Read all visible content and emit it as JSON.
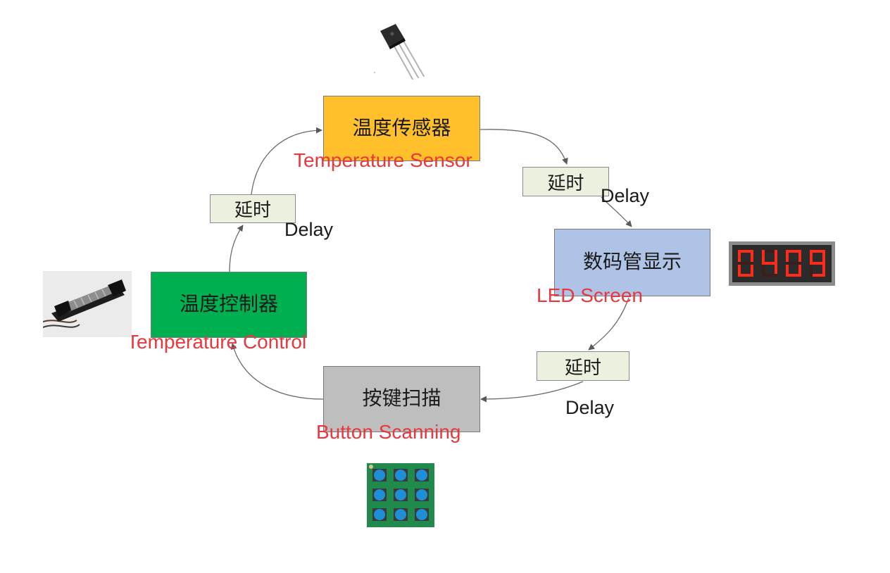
{
  "nodes": {
    "sensor": {
      "label": "温度传感器",
      "english": "Temperature Sensor",
      "color": "#ffc02c"
    },
    "led": {
      "label": "数码管显示",
      "english": "LED Screen",
      "color": "#aec3e6"
    },
    "buttons": {
      "label": "按键扫描",
      "english": "Button Scanning",
      "color": "#bebebe"
    },
    "control": {
      "label": "温度控制器",
      "english": "Temperature Control",
      "color": "#00b050"
    }
  },
  "delays": [
    {
      "label": "延时",
      "english": "Delay"
    },
    {
      "label": "延时",
      "english": "Delay"
    },
    {
      "label": "延时",
      "english": "Delay"
    }
  ],
  "led_display": {
    "digits": "0409",
    "color": "#ff2a1a"
  },
  "icons": [
    "temperature-sensor-icon",
    "heater-element-icon",
    "seven-segment-display-icon",
    "button-keypad-icon"
  ]
}
